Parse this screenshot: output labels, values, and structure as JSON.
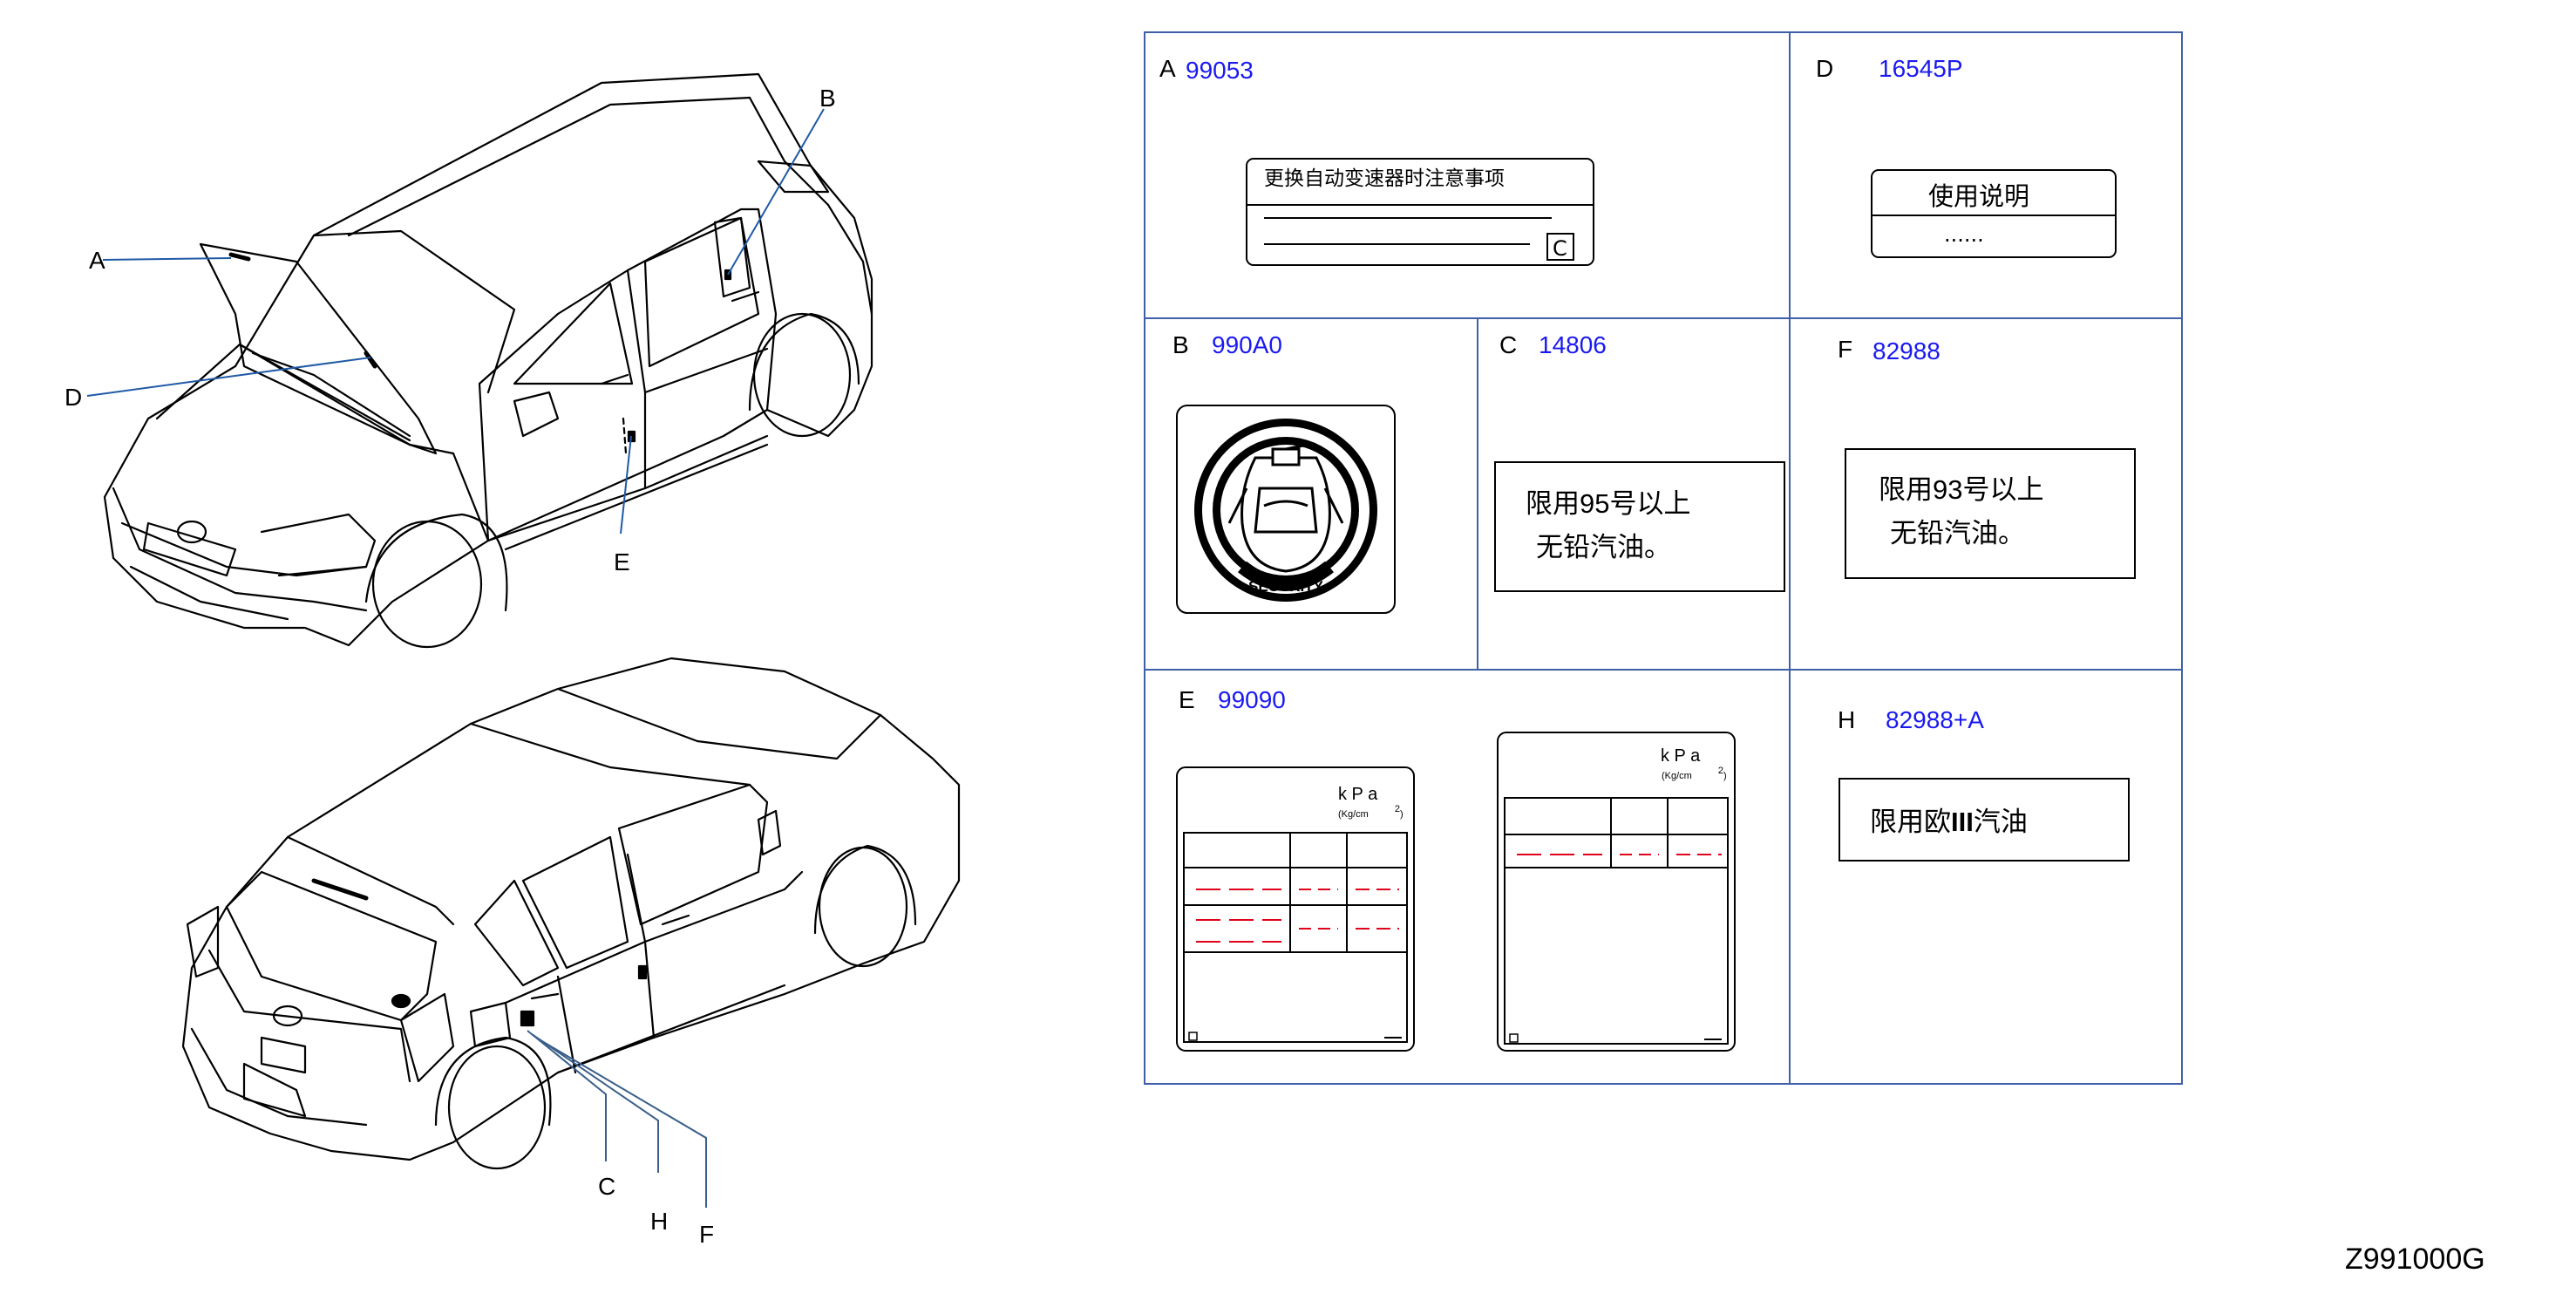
{
  "callouts": {
    "A": "A",
    "B": "B",
    "D": "D",
    "E": "E",
    "C": "C",
    "H": "H",
    "F": "F"
  },
  "panels": {
    "A": {
      "letter": "A",
      "part_number": "99053",
      "label_title": "更换自动变速器时注意事项",
      "box_letter": "C"
    },
    "D": {
      "letter": "D",
      "part_number": "16545P",
      "label_title": "使用说明",
      "label_body": "......"
    },
    "B": {
      "letter": "B",
      "part_number": "990A0",
      "emblem_text": "SECURITY"
    },
    "C": {
      "letter": "C",
      "part_number": "14806",
      "line1_pre": "限用",
      "line1_num": "95",
      "line1_post": "号以上",
      "line2": "无铅汽油。"
    },
    "F": {
      "letter": "F",
      "part_number": "82988",
      "line1_pre": "限用",
      "line1_num": "93",
      "line1_post": "号以上",
      "line2": "无铅汽油。"
    },
    "E": {
      "letter": "E",
      "part_number": "99090",
      "unit_kpa": "k P a",
      "unit_kgcm": "(Kg/cm",
      "unit_sup": "2",
      "unit_close": ")"
    },
    "H": {
      "letter": "H",
      "part_number": "82988+A",
      "line1_pre": "限用欧",
      "line1_num": "III",
      "line1_post": "汽油"
    }
  },
  "diagram_code": "Z991000G",
  "colors": {
    "part_number": "#1a1af0",
    "grid": "#3f5fa8",
    "leader": "#1f5aa6",
    "dash": "#e0001a"
  }
}
